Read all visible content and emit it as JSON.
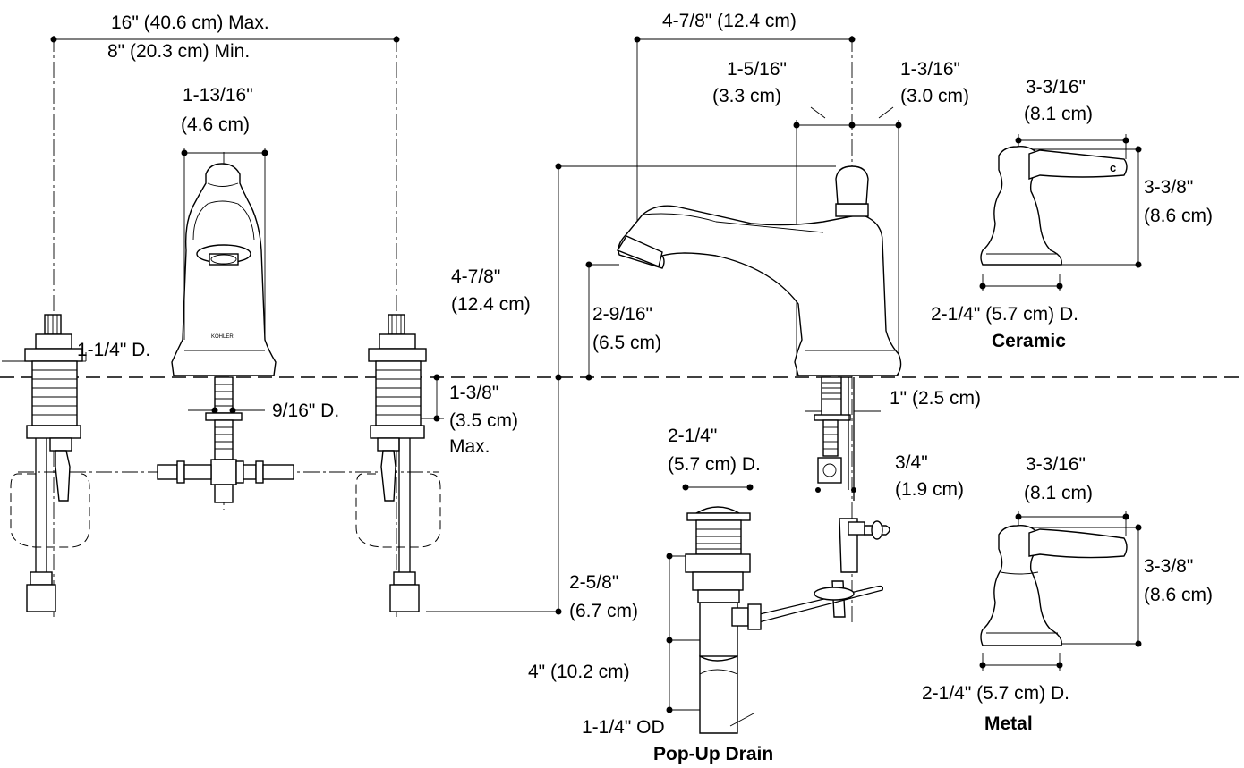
{
  "faucet_layout": {
    "spread_max": "16\" (40.6 cm) Max.",
    "spread_min": "8\" (20.3 cm) Min.",
    "spout_width": "1-13/16\"",
    "spout_width_cm": "(4.6 cm)",
    "valve_dia": "1-1/4\" D.",
    "spout_shank_dia": "9/16\" D.",
    "deck_thickness": "1-3/8\"",
    "deck_thickness_cm": "(3.5 cm)",
    "deck_thickness_note": "Max.",
    "brand_mark": "KOHLER"
  },
  "spout_profile": {
    "reach": "4-7/8\" (12.4 cm)",
    "front_offset": "1-5/16\"",
    "front_offset_cm": "(3.3 cm)",
    "rear_offset": "1-3/16\"",
    "rear_offset_cm": "(3.0 cm)",
    "overall_height": "4-7/8\"",
    "overall_height_cm": "(12.4 cm)",
    "outlet_height": "2-9/16\"",
    "outlet_height_cm": "(6.5 cm)",
    "shank_length": "1\" (2.5 cm)",
    "pull_rod_offset": "3/4\"",
    "pull_rod_offset_cm": "(1.9 cm)"
  },
  "drain": {
    "title": "Pop-Up Drain",
    "flange_dia": "2-1/4\"",
    "flange_dia_cm": "(5.7 cm) D.",
    "body_length": "2-5/8\"",
    "body_length_cm": "(6.7 cm)",
    "tailpiece_length": "4\" (10.2 cm)",
    "tailpiece_od": "1-1/4\" OD"
  },
  "handle_ceramic": {
    "title": "Ceramic",
    "length": "3-3/16\"",
    "length_cm": "(8.1 cm)",
    "height": "3-3/8\"",
    "height_cm": "(8.6 cm)",
    "base_dia": "2-1/4\" (5.7 cm) D.",
    "index_mark": "c"
  },
  "handle_metal": {
    "title": "Metal",
    "length": "3-3/16\"",
    "length_cm": "(8.1 cm)",
    "height": "3-3/8\"",
    "height_cm": "(8.6 cm)",
    "base_dia": "2-1/4\" (5.7 cm) D."
  }
}
